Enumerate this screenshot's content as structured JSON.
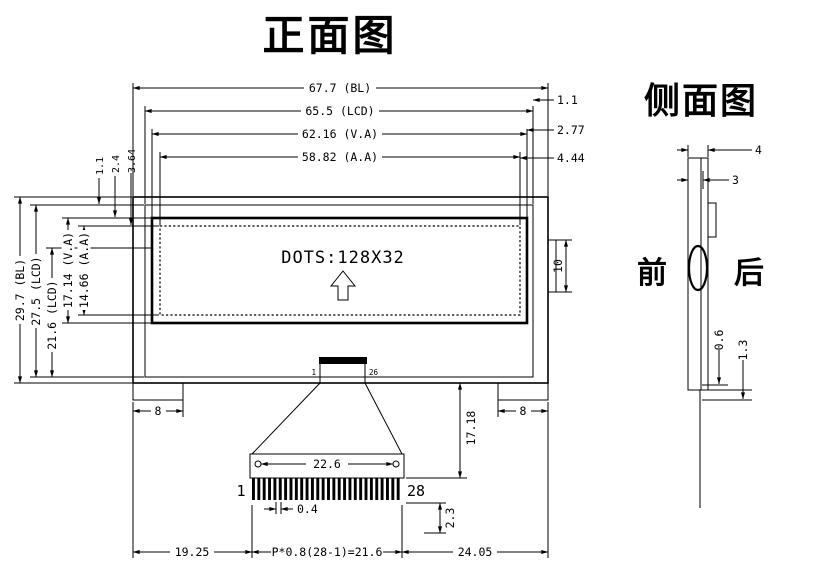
{
  "colors": {
    "line": "#000000",
    "background": "#ffffff"
  },
  "front": {
    "title": "正面图",
    "center_text": "DOTS:128X32",
    "dim_width_bl": "67.7 (BL)",
    "dim_width_lcd": "65.5 (LCD)",
    "dim_width_va": "62.16 (V.A)",
    "dim_width_aa": "58.82 (A.A)",
    "dim_edge_lcd": "1.1",
    "dim_edge_va": "2.77",
    "dim_edge_aa": "4.44",
    "dim_height_bl": "29.7 (BL)",
    "dim_height_lcd": "27.5 (LCD)",
    "dim_height_216": "21.6 (LCD)",
    "dim_height_va": "17.14 (V.A)",
    "dim_height_aa": "14.66 (A.A)",
    "dim_top_offset_1": "1.1",
    "dim_top_offset_2": "2.4",
    "dim_top_offset_3": "3.64",
    "dim_fpc_width": "10",
    "dim_foot_left": "8",
    "dim_foot_right": "8",
    "cog_pad_first": "1",
    "cog_pad_last": "26",
    "dim_hole_span": "22.6",
    "dim_body_to_pins": "17.18",
    "pin_first": "1",
    "pin_last": "28",
    "pin_count": 28,
    "dim_pin_width": "0.4",
    "dim_pin_length": "2.3",
    "dim_pin_pitch": "P*0.8(28-1)=21.6",
    "dim_margin_left": "19.25",
    "dim_margin_right": "24.05"
  },
  "side": {
    "title": "侧面图",
    "front_label": "前",
    "back_label": "后",
    "dim_total_thickness": "4",
    "dim_body_thickness": "3",
    "dim_fpc_thickness": "0.6",
    "dim_tail": "1.3"
  }
}
